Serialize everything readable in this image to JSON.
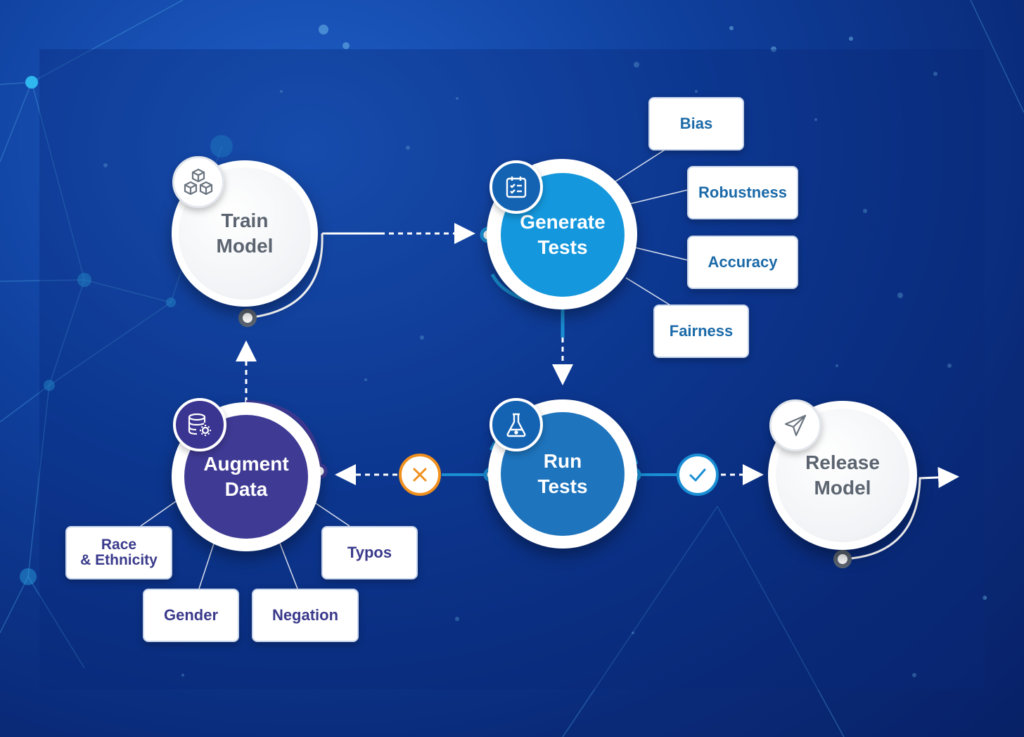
{
  "nodes": {
    "train": {
      "line1": "Train",
      "line2": "Model",
      "icon": "cubes-icon"
    },
    "generate": {
      "line1": "Generate",
      "line2": "Tests",
      "icon": "checklist-icon"
    },
    "run": {
      "line1": "Run",
      "line2": "Tests",
      "icon": "flask-icon"
    },
    "augment": {
      "line1": "Augment",
      "line2": "Data",
      "icon": "database-gear-icon"
    },
    "release": {
      "line1": "Release",
      "line2": "Model",
      "icon": "paper-plane-icon"
    }
  },
  "test_types": [
    "Bias",
    "Robustness",
    "Accuracy",
    "Fairness"
  ],
  "augmentations": {
    "race_line1": "Race",
    "race_line2": "& Ethnicity",
    "gender": "Gender",
    "negation": "Negation",
    "typos": "Typos"
  },
  "status_icons": {
    "fail": "x-icon",
    "pass": "check-icon"
  },
  "colors": {
    "background": "#0f3f9c",
    "generate_fill": "#1497dc",
    "run_fill": "#1e74bd",
    "augment_fill": "#3f3a94",
    "fail_orange": "#f0901e",
    "pass_blue": "#1a8fd4",
    "tag_text_blue": "#1b6aa8",
    "tag_text_purple": "#3a3a8c"
  }
}
